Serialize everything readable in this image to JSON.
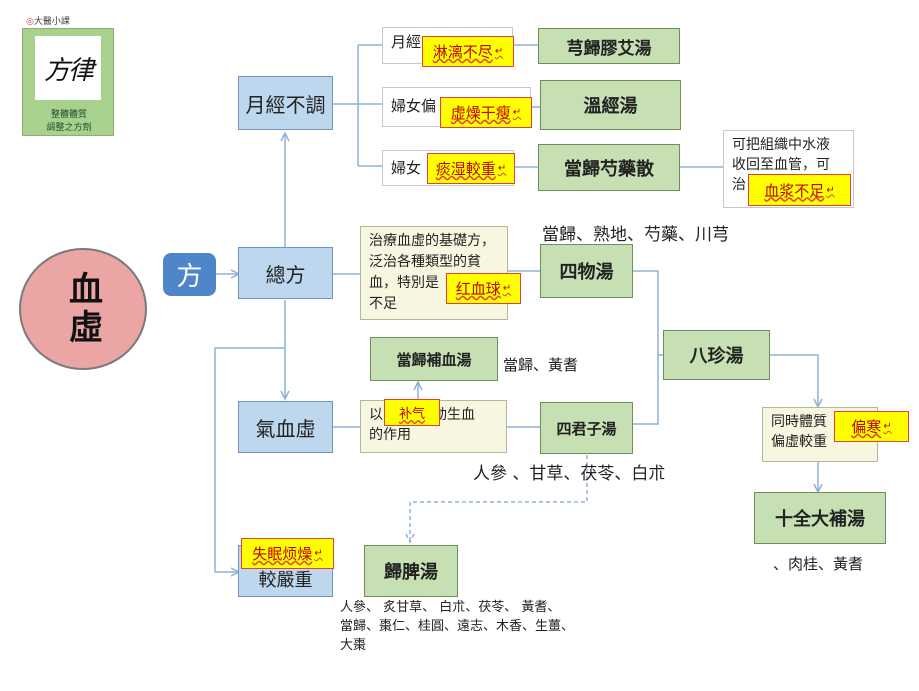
{
  "logo": {
    "top_text": "大醫小課",
    "calligraphy": "方律",
    "subtitle_1": "整體體質",
    "subtitle_2": "調整之方劑"
  },
  "center": {
    "label": "血虛"
  },
  "method": {
    "label": "方"
  },
  "categories": {
    "menstrual": "月經不調",
    "general": "總方",
    "qi_blood": "氣血虛",
    "severe": "較嚴重"
  },
  "conditions": {
    "c1": "月經",
    "c2": "婦女偏",
    "c3": "婦女",
    "c4_lines": [
      "可把組織中水液",
      "收回至血管，可",
      "治"
    ],
    "general_desc": [
      "治療血虛的基礎方，",
      "泛治各種類型的貧",
      "血，特別是",
      "不足"
    ],
    "qi_desc": [
      "以",
      "動生血",
      "的作用"
    ],
    "simul_desc": [
      "同時體質",
      "偏虛較重"
    ]
  },
  "notes": {
    "n1": "淋漓不尽",
    "n2": "虚燥干瘦",
    "n3": "痰湿較重",
    "n4": "血浆不足",
    "n5": "红血球",
    "n6": "补气",
    "n7": "偏寒",
    "n8": "失眠烦燥",
    "mark": "↵"
  },
  "formulas": {
    "f1": "芎歸膠艾湯",
    "f2": "溫經湯",
    "f3": "當歸芍藥散",
    "f4": "四物湯",
    "f5": "當歸補血湯",
    "f6": "四君子湯",
    "f7": "八珍湯",
    "f8": "十全大補湯",
    "f9": "歸脾湯"
  },
  "ingredients": {
    "siwu": "當歸、熟地、芍藥、川芎",
    "buxue": "當歸、黃耆",
    "sijunzi": "人參 、甘草、茯苓、白朮",
    "shiquan": "、肉桂、黃耆",
    "guipi": [
      "人參、 炙甘草、 白朮、茯苓、 黃耆、",
      "當歸、棗仁、桂圓、遠志、木香、生薑、",
      "大棗"
    ]
  }
}
